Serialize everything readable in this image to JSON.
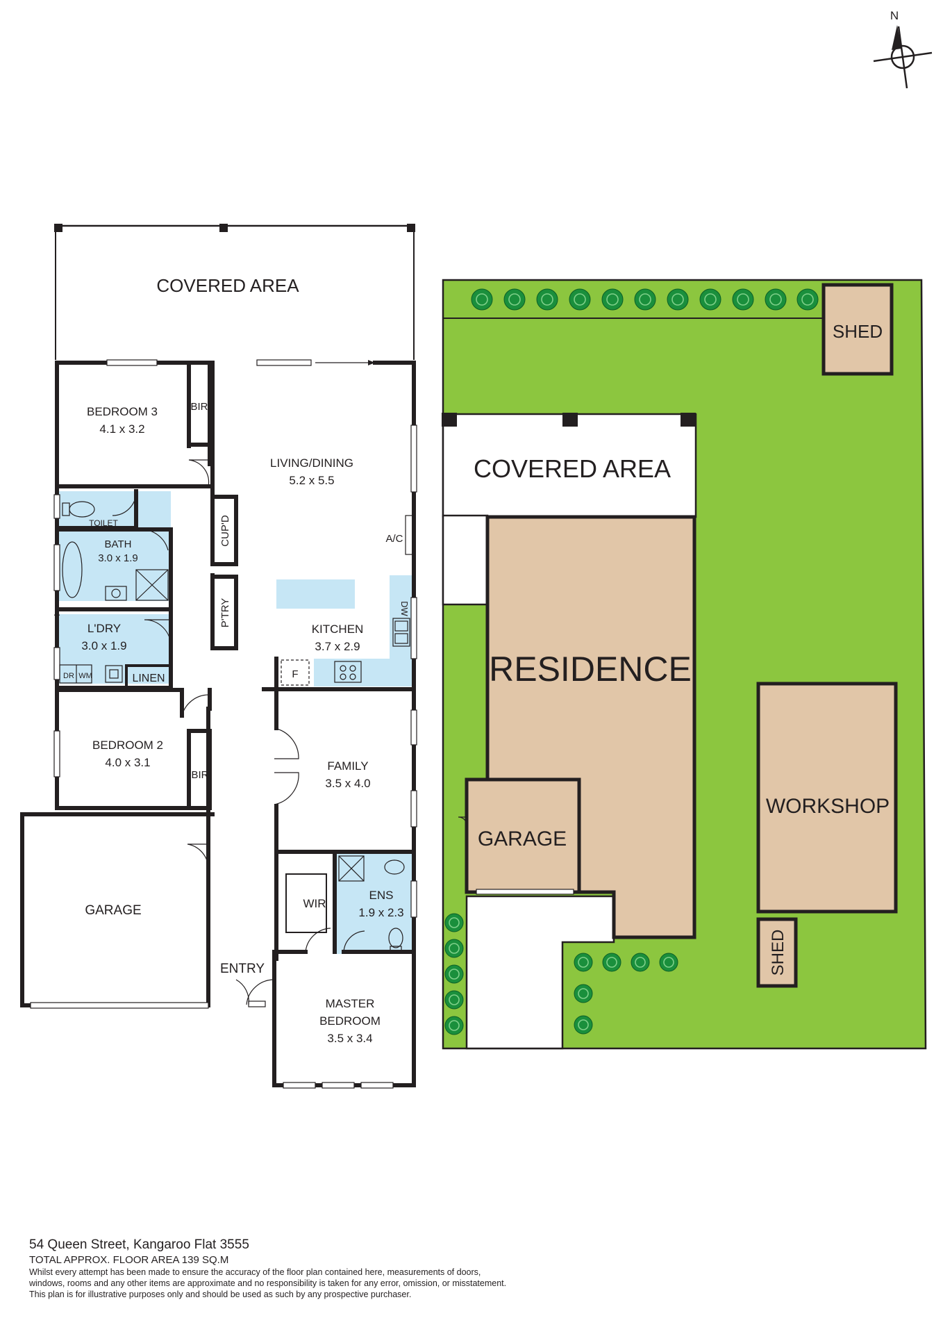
{
  "compass": {
    "north_label": "N"
  },
  "floor_plan": {
    "covered_area": "COVERED AREA",
    "bedroom3": {
      "name": "BEDROOM 3",
      "dims": "4.1 x 3.2"
    },
    "bir": "BIR",
    "living_dining": {
      "name": "LIVING/DINING",
      "dims": "5.2 x 5.5"
    },
    "toilet": "TOILET",
    "bath": {
      "name": "BATH",
      "dims": "3.0 x 1.9"
    },
    "cupd": "CUP'D",
    "ac": "A/C",
    "pantry": "P'TRY",
    "dw": "DW",
    "laundry": {
      "name": "L'DRY",
      "dims": "3.0 x 1.9"
    },
    "kitchen": {
      "name": "KITCHEN",
      "dims": "3.7 x 2.9"
    },
    "dr": "DR",
    "wm": "WM",
    "linen": "LINEN",
    "fridge": "F",
    "bedroom2": {
      "name": "BEDROOM 2",
      "dims": "4.0 x 3.1"
    },
    "family": {
      "name": "FAMILY",
      "dims": "3.5 x 4.0"
    },
    "garage": "GARAGE",
    "wir": "WIR",
    "ens": {
      "name": "ENS",
      "dims": "1.9 x 2.3"
    },
    "entry": "ENTRY",
    "master": {
      "line1": "MASTER",
      "line2": "BEDROOM",
      "dims": "3.5 x 3.4"
    }
  },
  "site_plan": {
    "shed_top": "SHED",
    "covered_area": "COVERED AREA",
    "residence": "RESIDENCE",
    "workshop": "WORKSHOP",
    "garage": "GARAGE",
    "shed_small": "SHED"
  },
  "footer": {
    "address": "54 Queen Street, Kangaroo Flat 3555",
    "total_area": "TOTAL APPROX. FLOOR AREA 139 SQ.M",
    "disclaimer": [
      "Whilst every attempt has been made to ensure the accuracy of the floor plan contained here, measurements of doors,",
      "windows, rooms and any other items are approximate and no responsibility is taken for any error, omission, or misstatement.",
      "This plan is for illustrative purposes only and should be used as such by any prospective purchaser."
    ]
  },
  "colors": {
    "wall": "#231f20",
    "wet_area": "#c6e6f5",
    "lawn": "#8cc63f",
    "building": "#e1c6a8",
    "tree": "#1a8f3c"
  }
}
